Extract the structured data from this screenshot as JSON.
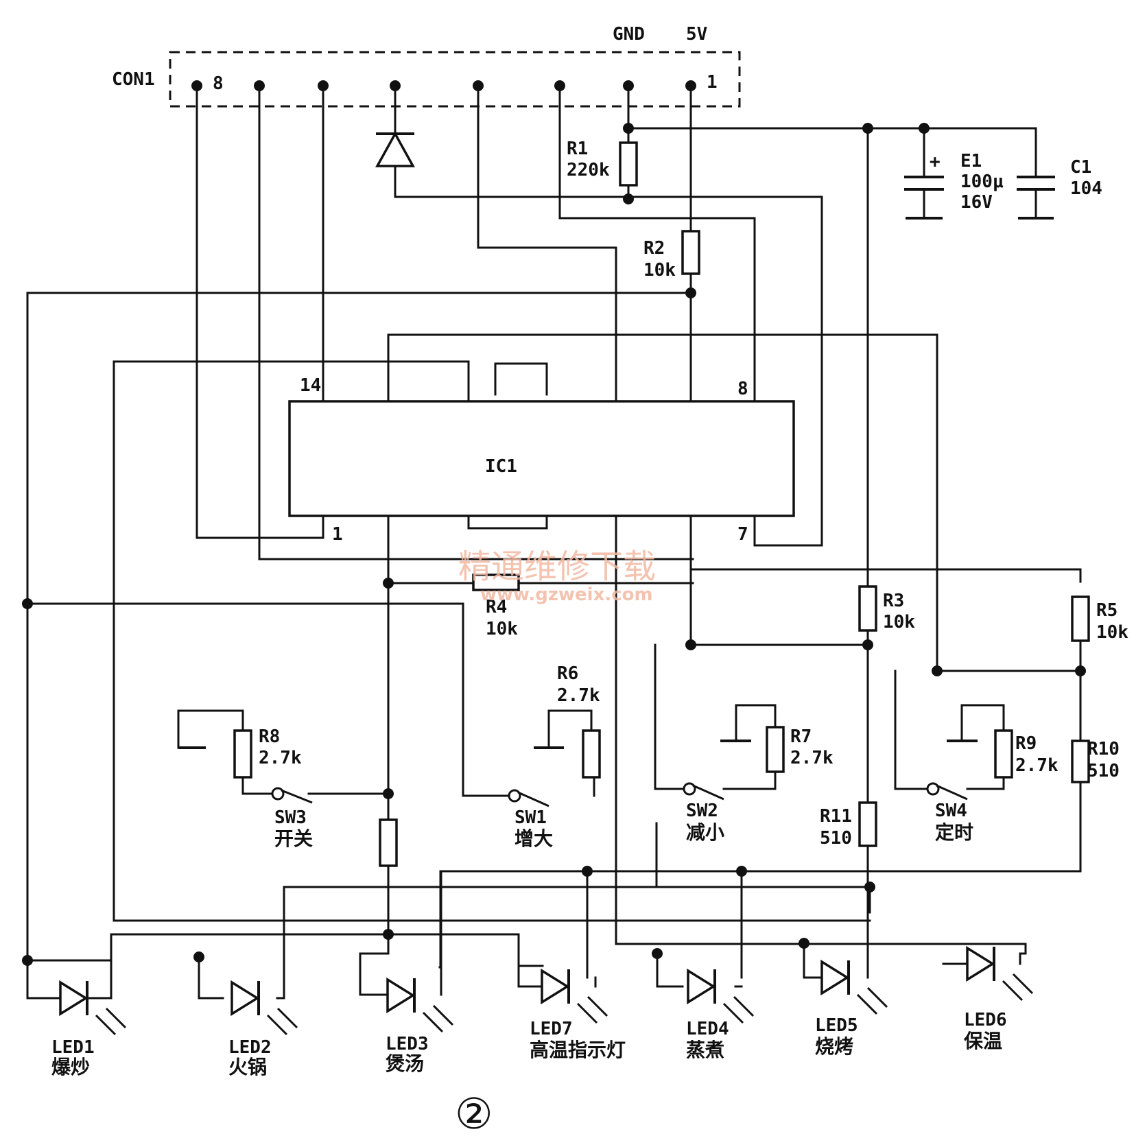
{
  "connector": {
    "name": "CON1",
    "pin_first": "8",
    "pin_last": "1",
    "gnd": "GND",
    "vcc": "5V"
  },
  "ic": {
    "name": "IC1",
    "pin14": "14",
    "pin8": "8",
    "pin1": "1",
    "pin7": "7"
  },
  "resistors": {
    "r1": {
      "name": "R1",
      "value": "220k"
    },
    "r2": {
      "name": "R2",
      "value": "10k"
    },
    "r3": {
      "name": "R3",
      "value": "10k"
    },
    "r4": {
      "name": "R4",
      "value": "10k"
    },
    "r5": {
      "name": "R5",
      "value": "10k"
    },
    "r6": {
      "name": "R6",
      "value": "2.7k"
    },
    "r7": {
      "name": "R7",
      "value": "2.7k"
    },
    "r8": {
      "name": "R8",
      "value": "2.7k"
    },
    "r9": {
      "name": "R9",
      "value": "2.7k"
    },
    "r10": {
      "name": "R10",
      "value": "510"
    },
    "r11": {
      "name": "R11",
      "value": "510"
    }
  },
  "capacitors": {
    "e1": {
      "name": "E1",
      "value": "100μ",
      "voltage": "16V"
    },
    "c1": {
      "name": "C1",
      "value": "104"
    }
  },
  "switches": {
    "sw1": {
      "name": "SW1",
      "label": "增大"
    },
    "sw2": {
      "name": "SW2",
      "label": "减小"
    },
    "sw3": {
      "name": "SW3",
      "label": "开关"
    },
    "sw4": {
      "name": "SW4",
      "label": "定时"
    }
  },
  "leds": {
    "led1": {
      "name": "LED1",
      "label": "爆炒"
    },
    "led2": {
      "name": "LED2",
      "label": "火锅"
    },
    "led3": {
      "name": "LED3",
      "label": "煲汤"
    },
    "led7": {
      "name": "LED7",
      "label": "高温指示灯"
    },
    "led4": {
      "name": "LED4",
      "label": "蒸煮"
    },
    "led5": {
      "name": "LED5",
      "label": "烧烤"
    },
    "led6": {
      "name": "LED6",
      "label": "保温"
    }
  },
  "figure_number": "②",
  "watermark": {
    "text": "精通维修下载",
    "url": "www.gzweix.com"
  }
}
